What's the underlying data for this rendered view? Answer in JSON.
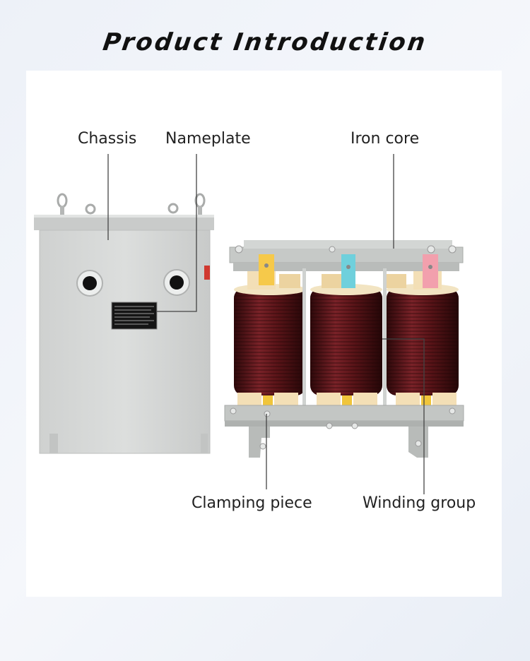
{
  "title": "Product Introduction",
  "labels": {
    "chassis": "Chassis",
    "nameplate": "Nameplate",
    "iron_core": "Iron core",
    "clamping_piece": "Clamping piece",
    "winding_group": "Winding group"
  },
  "colors": {
    "chassis_body": "#d9dbda",
    "coil": "#5a1418",
    "core_frame": "#c6c9c7",
    "wood_block": "#f3dfb6",
    "tag_yellow": "#f6c94a",
    "tag_cyan": "#6fd0dc",
    "tag_pink": "#f2a0ad"
  }
}
